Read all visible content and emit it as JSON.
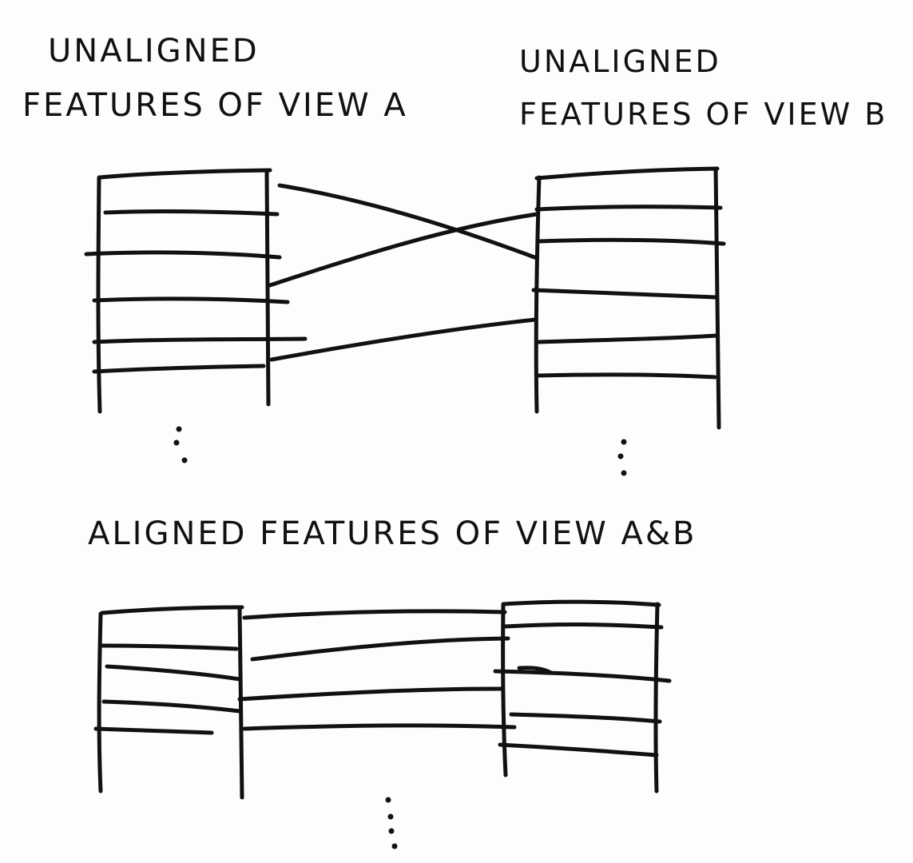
{
  "labels": {
    "view_a_line1": "UNALIGNED",
    "view_a_line2": "FEATURES OF VIEW A",
    "view_b_line1": "UNALIGNED",
    "view_b_line2": "FEATURES OF VIEW B",
    "aligned": "ALIGNED FEATURES OF VIEW A&B"
  },
  "ink_color": "#111111"
}
